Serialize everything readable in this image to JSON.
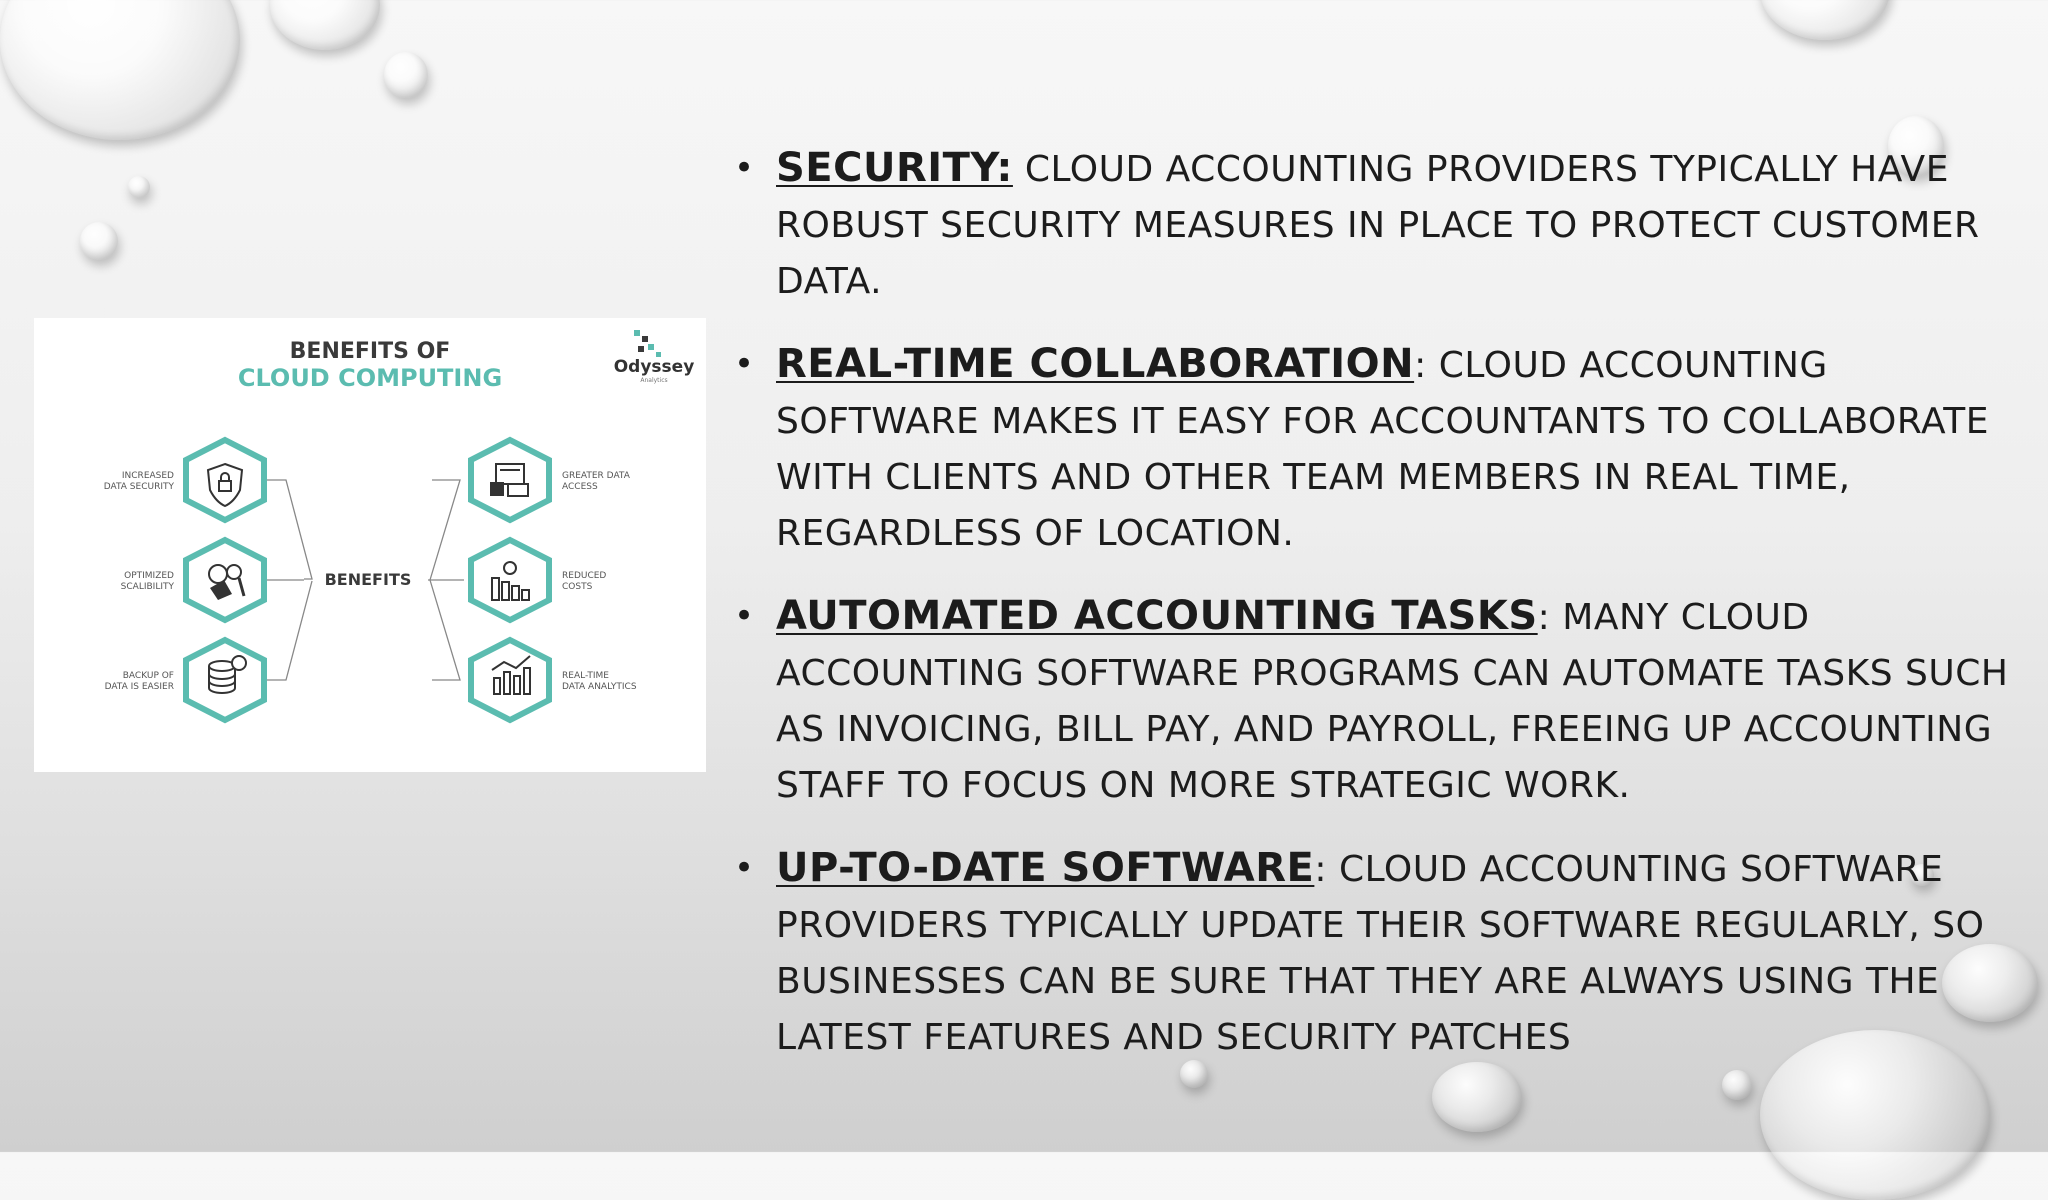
{
  "infographic": {
    "title_line1": "BENEFITS OF",
    "title_line2": "CLOUD COMPUTING",
    "brand": "Odyssey",
    "brand_sub": "Analytics",
    "center": "BENEFITS",
    "left": [
      {
        "line1": "INCREASED",
        "line2": "DATA SECURITY",
        "icon": "shield-lock-icon"
      },
      {
        "line1": "OPTIMIZED",
        "line2": "SCALIBILITY",
        "icon": "scalability-icon"
      },
      {
        "line1": "BACKUP OF",
        "line2": "DATA IS EASIER",
        "icon": "database-backup-icon"
      }
    ],
    "right": [
      {
        "line1": "GREATER DATA",
        "line2": "ACCESS",
        "icon": "data-access-icon"
      },
      {
        "line1": "REDUCED",
        "line2": "COSTS",
        "icon": "reduced-costs-icon"
      },
      {
        "line1": "REAL-TIME",
        "line2": "DATA ANALYTICS",
        "icon": "analytics-icon"
      }
    ],
    "accent_color": "#5bbcb0"
  },
  "bullets": [
    {
      "heading": "SECURITY:",
      "sep": "",
      "text": " CLOUD ACCOUNTING PROVIDERS TYPICALLY HAVE ROBUST SECURITY MEASURES IN PLACE TO PROTECT CUSTOMER DATA."
    },
    {
      "heading": "REAL-TIME COLLABORATION",
      "sep": ":",
      "text": " CLOUD ACCOUNTING SOFTWARE MAKES IT EASY FOR ACCOUNTANTS TO COLLABORATE WITH CLIENTS AND OTHER TEAM MEMBERS IN REAL TIME, REGARDLESS OF LOCATION."
    },
    {
      "heading": "AUTOMATED ACCOUNTING TASKS",
      "sep": ":",
      "text": " MANY CLOUD ACCOUNTING SOFTWARE PROGRAMS CAN AUTOMATE TASKS SUCH AS INVOICING, BILL PAY, AND PAYROLL, FREEING UP ACCOUNTING STAFF TO FOCUS ON MORE STRATEGIC WORK."
    },
    {
      "heading": "UP-TO-DATE SOFTWARE",
      "sep": ":",
      "text": " CLOUD ACCOUNTING SOFTWARE PROVIDERS TYPICALLY UPDATE THEIR SOFTWARE REGULARLY, SO BUSINESSES CAN BE SURE THAT THEY ARE ALWAYS USING THE LATEST FEATURES AND SECURITY PATCHES"
    }
  ]
}
